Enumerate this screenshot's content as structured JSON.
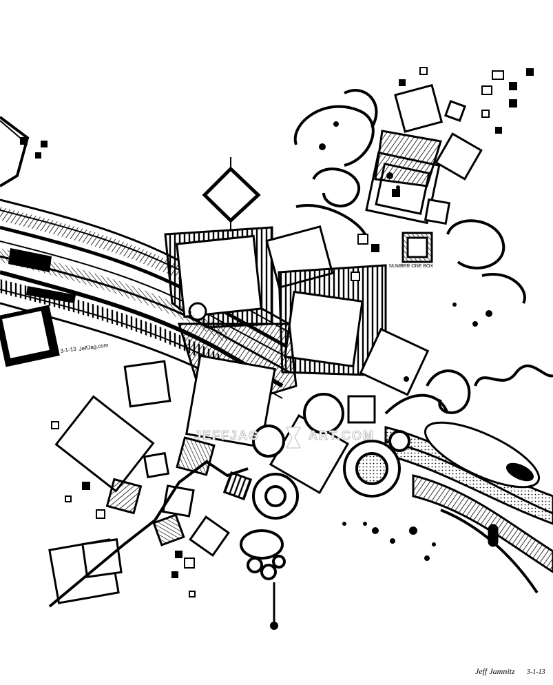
{
  "artwork": {
    "labels": {
      "box_number": "1.",
      "box_caption": "NUMBER ONE BOX",
      "side_date": "3-1-13",
      "side_site": "JeffJag.com"
    },
    "watermark": {
      "text_left": "JEFFJAG",
      "text_right": "ART.COM",
      "brand_icon": "deviantart-logo-icon"
    },
    "signature": {
      "name": "Jeff Jamnitz",
      "date": "3-1-13"
    },
    "colors": {
      "ink": "#000000",
      "paper": "#ffffff",
      "watermark_outline": "#bdbdbd"
    }
  }
}
